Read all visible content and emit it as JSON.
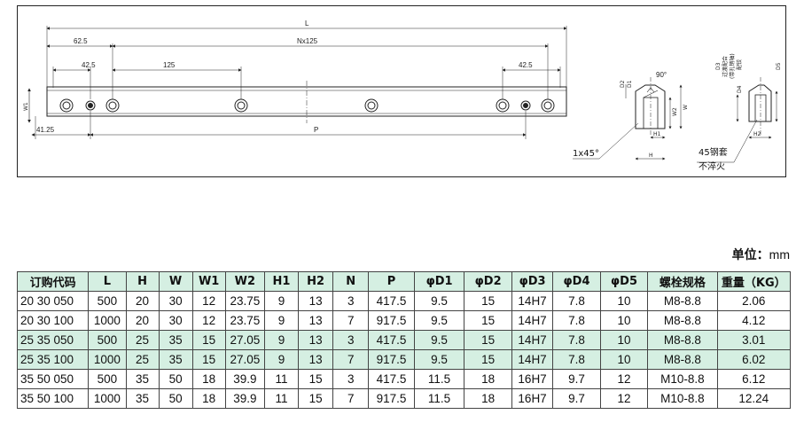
{
  "drawing": {
    "dims": {
      "L": "L",
      "first_hole": "62.5",
      "pitch_total": "Nx125",
      "left_hole_offset": "42.5",
      "pitch": "125",
      "right_hole_offset": "42.5",
      "left_end": "41.25",
      "P": "P",
      "W1": "W1",
      "angle": "90°",
      "D2": "D2",
      "D1": "D1",
      "W2": "W2",
      "W": "W",
      "H1": "H1",
      "H": "H",
      "chamfer": "1x45°",
      "D3": "D3",
      "D3_note1": "过渡配合",
      "D3_note2": "(带孔销轴)",
      "D3_note3": "配铰",
      "D4": "D4",
      "D5": "D5",
      "H2": "H2",
      "material_1": "45钢套",
      "material_2": "不淬火"
    }
  },
  "unit": {
    "label": "单位：",
    "value": "mm"
  },
  "table": {
    "headers": [
      "订购代码",
      "L",
      "H",
      "W",
      "W1",
      "W2",
      "H1",
      "H2",
      "N",
      "P",
      "φD1",
      "φD2",
      "φD3",
      "φD4",
      "φD5",
      "螺栓规格",
      "重量（KG）"
    ],
    "rows": [
      [
        "20 30 050",
        "500",
        "20",
        "30",
        "12",
        "23.75",
        "9",
        "13",
        "3",
        "417.5",
        "9.5",
        "15",
        "14H7",
        "7.8",
        "10",
        "M8-8.8",
        "2.06"
      ],
      [
        "20 30 100",
        "1000",
        "20",
        "30",
        "12",
        "23.75",
        "9",
        "13",
        "7",
        "917.5",
        "9.5",
        "15",
        "14H7",
        "7.8",
        "10",
        "M8-8.8",
        "4.12"
      ],
      [
        "25 35 050",
        "500",
        "25",
        "35",
        "15",
        "27.05",
        "9",
        "13",
        "3",
        "417.5",
        "9.5",
        "15",
        "14H7",
        "7.8",
        "10",
        "M8-8.8",
        "3.01"
      ],
      [
        "25 35 100",
        "1000",
        "25",
        "35",
        "15",
        "27.05",
        "9",
        "13",
        "7",
        "917.5",
        "9.5",
        "15",
        "14H7",
        "7.8",
        "10",
        "M8-8.8",
        "6.02"
      ],
      [
        "35 50 050",
        "500",
        "35",
        "50",
        "18",
        "39.9",
        "11",
        "15",
        "3",
        "417.5",
        "11.5",
        "18",
        "16H7",
        "9.7",
        "12",
        "M10-8.8",
        "6.12"
      ],
      [
        "35 50 100",
        "1000",
        "35",
        "50",
        "18",
        "39.9",
        "11",
        "15",
        "7",
        "917.5",
        "11.5",
        "18",
        "16H7",
        "9.7",
        "12",
        "M10-8.8",
        "12.24"
      ]
    ],
    "highlight_rows": [
      2,
      3
    ]
  }
}
